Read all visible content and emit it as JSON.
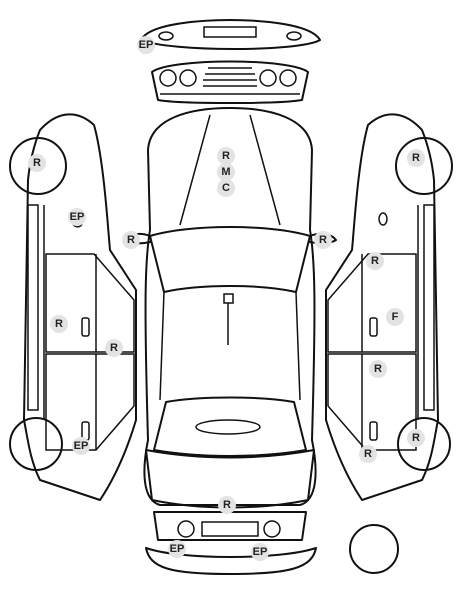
{
  "markers": {
    "front_bumper_ep": "EP",
    "roof_r": "R",
    "roof_m": "M",
    "roof_c": "C",
    "left_mirror_r": "R",
    "right_mirror_r": "R",
    "left_front_wheel_r": "R",
    "left_front_fender_ep": "EP",
    "left_front_door_r": "R",
    "left_sill_r": "R",
    "left_rear_ep": "EP",
    "right_front_wheel_r": "R",
    "right_front_door_r": "R",
    "right_front_door_f": "F",
    "right_rear_door_r": "R",
    "right_rear_wheel_r": "R",
    "right_rear_panel_r": "R",
    "trunk_r": "R",
    "rear_bumper_ep_left": "EP",
    "rear_bumper_ep_right": "EP"
  }
}
